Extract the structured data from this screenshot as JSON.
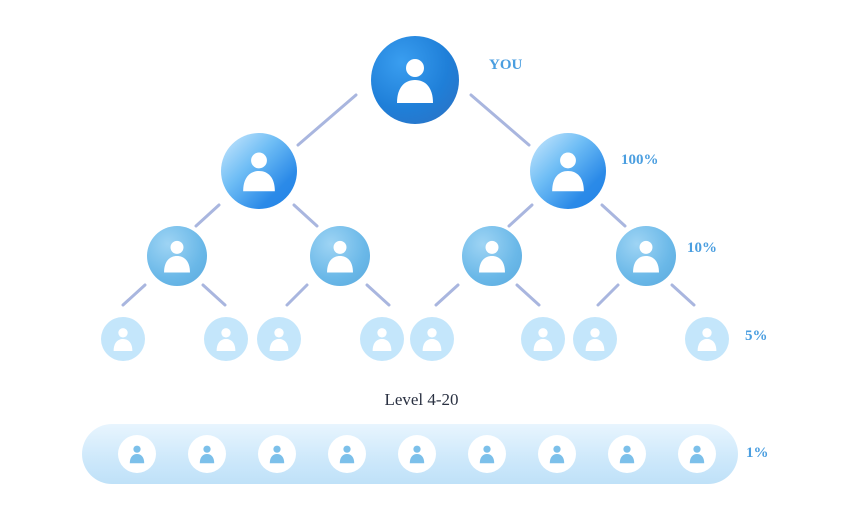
{
  "labels": {
    "you": "YOU",
    "level1": "100%",
    "level2": "10%",
    "level3": "5%",
    "level4_20": "1%",
    "level_range": "Level 4-20"
  },
  "colors": {
    "root": "#2283dc",
    "level1": "#2b8ae8",
    "level2": "#6ab8e8",
    "level3": "#c4e6fb",
    "connector": "#a9b6df",
    "label_text": "#4a9ee0",
    "bar": "#cfe9fb"
  },
  "icons": {
    "node": "person-icon"
  },
  "structure": {
    "root_count": 1,
    "level1_count": 2,
    "level2_count": 4,
    "level3_count": 8,
    "level4_20_shown": 9
  }
}
